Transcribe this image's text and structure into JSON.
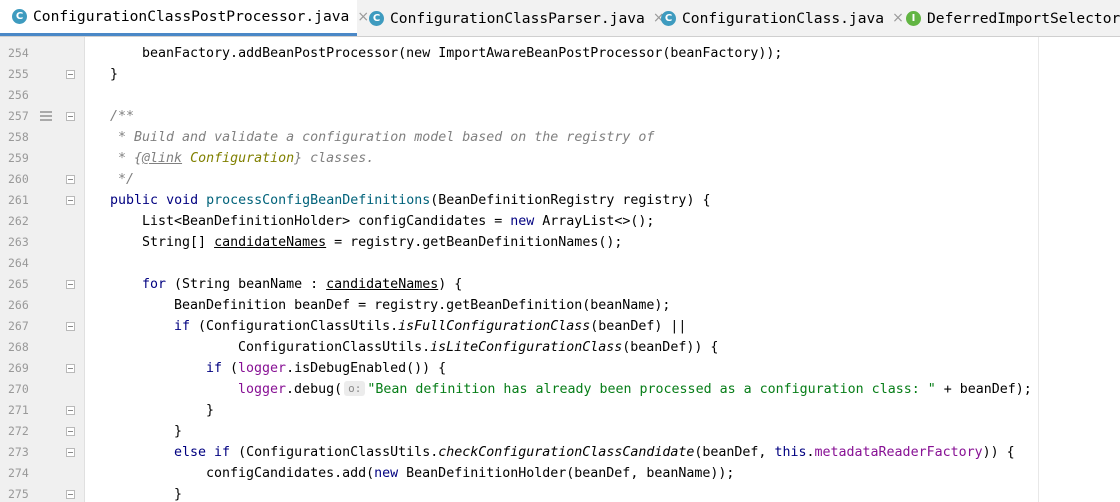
{
  "tabs": [
    {
      "label": "ConfigurationClassPostProcessor.java",
      "icon": "class-icon",
      "kind": "C",
      "active": true
    },
    {
      "label": "ConfigurationClassParser.java",
      "icon": "class-icon",
      "kind": "C",
      "active": false
    },
    {
      "label": "ConfigurationClass.java",
      "icon": "class-icon",
      "kind": "C",
      "active": false
    },
    {
      "label": "DeferredImportSelector.ja",
      "icon": "interface-icon",
      "kind": "I",
      "active": false
    }
  ],
  "line_numbers": [
    "254",
    "255",
    "256",
    "257",
    "258",
    "259",
    "260",
    "261",
    "262",
    "263",
    "264",
    "265",
    "266",
    "267",
    "268",
    "269",
    "270",
    "271",
    "272",
    "273",
    "274",
    "275"
  ],
  "code": {
    "l254": "beanFactory.addBeanPostProcessor(new ImportAwareBeanPostProcessor(beanFactory));",
    "l255": "}",
    "l257": "/**",
    "l258": " * Build and validate a configuration model based on the registry of",
    "l259_tag": "@link",
    "l259_ref": "Configuration",
    "l259_tail": "} classes.",
    "l260": " */",
    "l261_kw1": "public",
    "l261_kw2": "void",
    "l261_fn": "processConfigBeanDefinitions",
    "l261_rest": "(BeanDefinitionRegistry registry) {",
    "l262_a": "List<BeanDefinitionHolder> configCandidates = ",
    "l262_kw": "new",
    "l262_b": " ArrayList<>();",
    "l263_a": "String[] ",
    "l263_var": "candidateNames",
    "l263_b": " = registry.getBeanDefinitionNames();",
    "l265_kw": "for",
    "l265_a": " (String beanName : ",
    "l265_var": "candidateNames",
    "l265_b": ") {",
    "l266": "BeanDefinition beanDef = registry.getBeanDefinition(beanName);",
    "l267_kw": "if",
    "l267_a": " (ConfigurationClassUtils.",
    "l267_m": "isFullConfigurationClass",
    "l267_b": "(beanDef) ||",
    "l268_a": "ConfigurationClassUtils.",
    "l268_m": "isLiteConfigurationClass",
    "l268_b": "(beanDef)) {",
    "l269_kw": "if",
    "l269_fd": "logger",
    "l269_b": ".isDebugEnabled()) {",
    "l270_fd": "logger",
    "l270_a": ".debug(",
    "l270_hint": "o:",
    "l270_str": "\"Bean definition has already been processed as a configuration class: \"",
    "l270_b": " + beanDef);",
    "l271": "}",
    "l272": "}",
    "l273_kw1": "else",
    "l273_kw2": "if",
    "l273_a": " (ConfigurationClassUtils.",
    "l273_m": "checkConfigurationClassCandidate",
    "l273_b": "(beanDef, ",
    "l273_kw3": "this",
    "l273_fd": "metadataReaderFactory",
    "l273_c": ")) {",
    "l274_a": "configCandidates.add(",
    "l274_kw": "new",
    "l274_b": " BeanDefinitionHolder(beanDef, beanName));",
    "l275": "}"
  },
  "colors": {
    "keyword": "#000080",
    "method": "#00627a",
    "comment": "#808080",
    "string": "#067d17",
    "field": "#871094",
    "tab_accent": "#4a88c7"
  }
}
